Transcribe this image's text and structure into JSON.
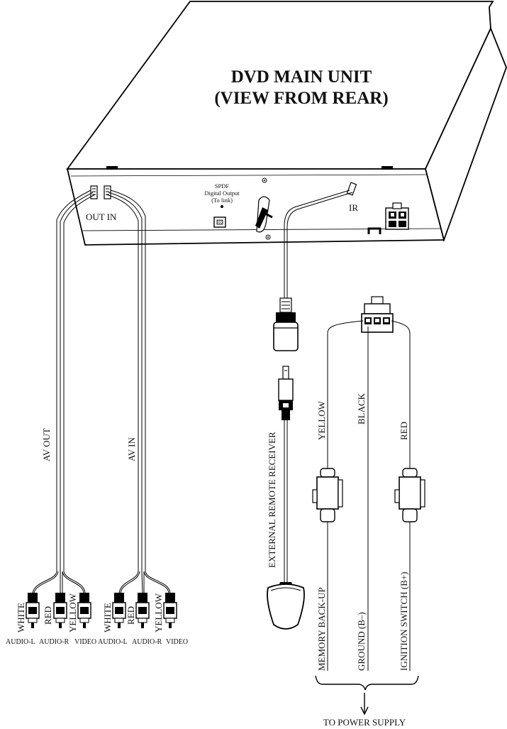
{
  "unit": {
    "title_line1": "DVD MAIN UNIT",
    "title_line2": "(VIEW FROM REAR)"
  },
  "ports": {
    "out_in": "OUT IN",
    "spdf": "SPDF",
    "digital_output": "Digital Output",
    "to_link": "(To link)",
    "ir": "IR"
  },
  "cables": {
    "av_out": "AV OUT",
    "av_in": "AV IN",
    "external_remote": "EXTERNAL REMOTE RECEIVER"
  },
  "rca": {
    "colors": [
      "WHITE",
      "RED",
      "YELLOW"
    ],
    "signals": [
      "AUDIO-L",
      "AUDIO-R",
      "VIDEO"
    ]
  },
  "power": {
    "wire_colors": [
      "YELLOW",
      "BLACK",
      "RED"
    ],
    "wire_functions": [
      "MEMORY BACK-UP",
      "GROUND (B–)",
      "IGNITION SWITCH (B+)"
    ],
    "destination": "TO POWER SUPPLY"
  }
}
